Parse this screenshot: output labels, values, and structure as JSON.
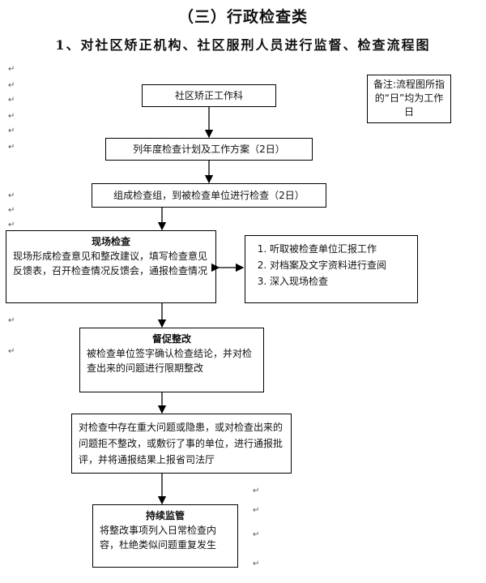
{
  "title": "（三）行政检查类",
  "subtitle": "1、对社区矫正机构、社区服刑人员进行监督、检查流程图",
  "return_mark": "↵",
  "note": "备注:流程图所指的“日”均为工作日",
  "steps": {
    "start": "社区矫正工作科",
    "plan": "列年度检查计划及工作方案（2日）",
    "team": "组成检查组，到被检查单位进行检查（2日）",
    "onsite_title": "现场检查",
    "onsite_body": "现场形成检查意见和整改建议，填写检查意见反馈表，召开检查情况反馈会，通报检查情况",
    "onsite_actions": [
      "听取被检查单位汇报工作",
      "对档案及文字资料进行查阅",
      "深入现场检查"
    ],
    "rectify_title": "督促整改",
    "rectify_body": "被检查单位签字确认检查结论，并对检查出来的问题进行限期整改",
    "report_body": "对检查中存在重大问题或隐患，或对检查出来的问题拒不整改，或敷衍了事的单位，进行通报批评，并将通报结果上报省司法厅",
    "monitor_title": "持续监管",
    "monitor_body": "将整改事项列入日常检查内容，杜绝类似问题重复发生"
  }
}
